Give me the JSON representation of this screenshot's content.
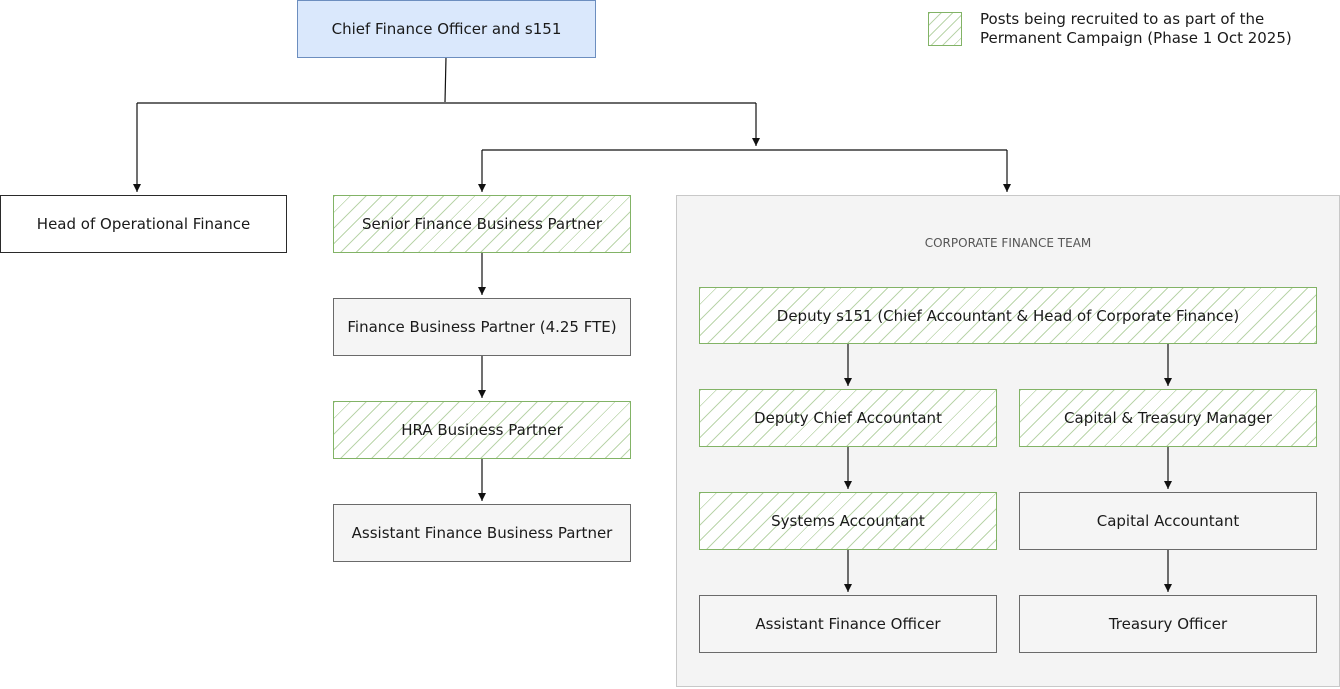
{
  "legend": {
    "text_line1": "Posts being recruited to as part of the",
    "text_line2": "Permanent Campaign (Phase 1 Oct 2025)",
    "swatch_color": "#82b366"
  },
  "group": {
    "title": "CORPORATE FINANCE TEAM"
  },
  "nodes": {
    "cfo": "Chief Finance Officer and s151",
    "head_operational_finance": "Head of Operational Finance",
    "senior_fbp": "Senior Finance Business Partner",
    "fbp": "Finance Business Partner (4.25 FTE)",
    "hra_bp": "HRA Business Partner",
    "assistant_fbp": "Assistant Finance Business Partner",
    "deputy_s151": "Deputy s151 (Chief Accountant & Head of Corporate Finance)",
    "deputy_chief_accountant": "Deputy Chief Accountant",
    "capital_treasury_manager": "Capital & Treasury Manager",
    "systems_accountant": "Systems Accountant",
    "capital_accountant": "Capital Accountant",
    "assistant_finance_officer": "Assistant Finance Officer",
    "treasury_officer": "Treasury Officer"
  },
  "colors": {
    "top_fill": "#dae8fc",
    "top_border": "#6c8ebf",
    "recruiting_border": "#82b366",
    "group_fill": "#f4f4f4"
  }
}
